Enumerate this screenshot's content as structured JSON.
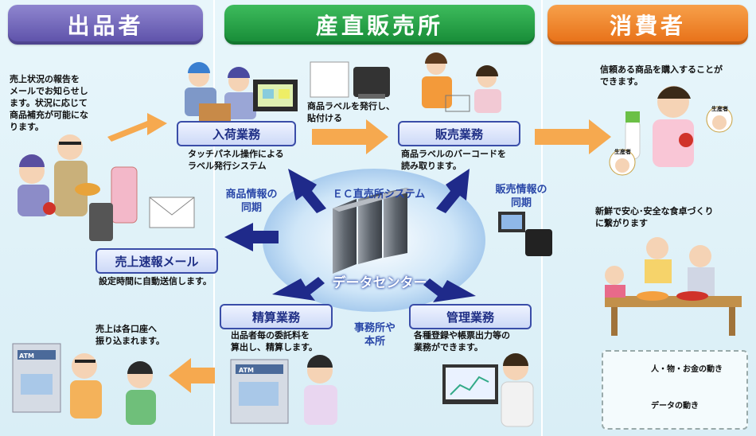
{
  "headers": {
    "left": "出品者",
    "middle": "産直販売所",
    "right": "消費者"
  },
  "boxes": {
    "arrival": "入荷業務",
    "sales": "販売業務",
    "sales_mail": "売上速報メール",
    "settlement": "精算業務",
    "management": "管理業務"
  },
  "texts": {
    "seller_report": "売上状況の報告を\nメールでお知らせし\nます。状況に応じて\n商品補充が可能にな\nります。",
    "label_issue": "商品ラベルを発行し、\n貼付ける",
    "touch_panel": "タッチパネル操作による\nラベル発行システム",
    "barcode": "商品ラベルのバーコードを\n読み取ります。",
    "consumer_buy": "信頼ある商品を購入することが\nできます。",
    "fresh_safe": "新鮮で安心･安全な食卓づくり\nに繋がります",
    "auto_send": "設定時間に自動送信します。",
    "transfer": "売上は各口座へ\n振り込まれます。",
    "settlement_desc": "出品者毎の委託料を\n算出し、精算します。",
    "management_desc": "各種登録や帳票出力等の\n業務ができます。"
  },
  "blue_labels": {
    "product_sync": "商品情報の\n同期",
    "sales_sync": "販売情報の\n同期",
    "office": "事務所や\n本所",
    "ec_system": "ＥＣ直売所システム",
    "data_center": "データセンター"
  },
  "small": {
    "producer1": "生産者",
    "producer2": "生産者",
    "atm1": "ATM",
    "atm2": "ATM"
  },
  "legend": {
    "orange": "人・物・お金の動き",
    "navy": "データの動き"
  },
  "colors": {
    "orange_arrow": "#f6a94f",
    "navy_arrow": "#1f2a8a",
    "box_border": "#3a4da8",
    "header_left": "#6a5fb8",
    "header_mid": "#22a144",
    "header_right": "#f08a2b"
  }
}
